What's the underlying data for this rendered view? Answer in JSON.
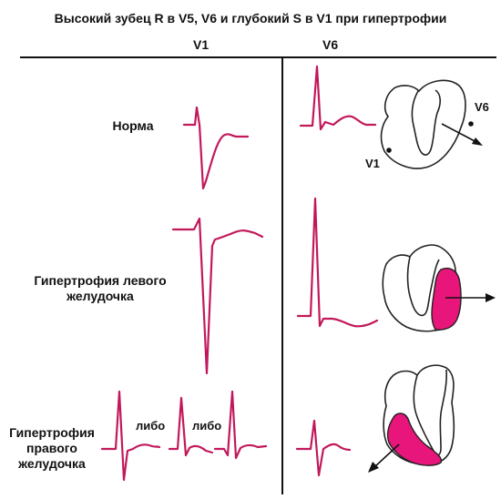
{
  "title": "Высокий зубец R в V5, V6 и глубокий S в V1 при гипертрофии",
  "columns": {
    "v1": "V1",
    "v6": "V6"
  },
  "rows": {
    "normal": "Норма",
    "lvh_line1": "Гипертрофия левого",
    "lvh_line2": "желудочка",
    "rvh_line1": "Гипертрофия",
    "rvh_line2": "правого",
    "rvh_line3": "желудочка"
  },
  "or_word": "либо",
  "heart_labels": {
    "v1": "V1",
    "v6": "V6"
  },
  "colors": {
    "ecg": "#c2185b",
    "hypertrophy_fill": "#e8157a",
    "outline": "#222222",
    "text": "#111111"
  }
}
